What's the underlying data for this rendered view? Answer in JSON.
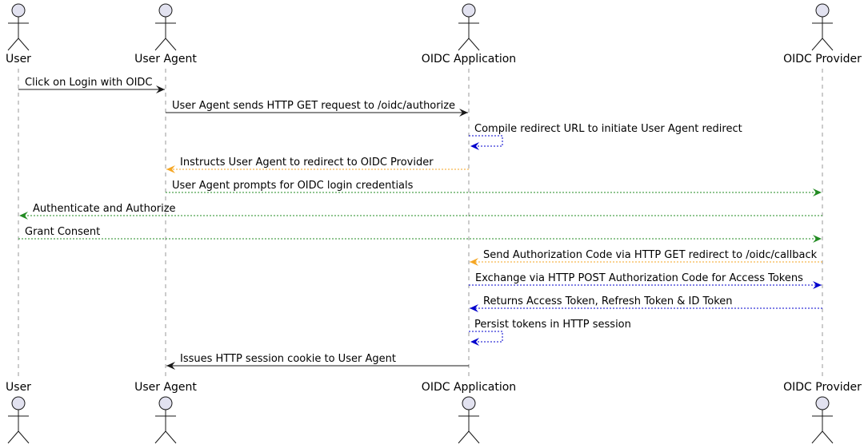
{
  "diagram": {
    "colors": {
      "solid": "#181818",
      "orange": "#F5A623",
      "green": "#228B22",
      "blue": "#0000CD",
      "actor_fill": "#E2E2F0",
      "actor_stroke": "#181818",
      "lifeline": "#999999"
    },
    "participants": [
      {
        "name": "User"
      },
      {
        "name": "User Agent"
      },
      {
        "name": "OIDC Application"
      },
      {
        "name": "OIDC Provider"
      }
    ],
    "messages": [
      {
        "from": 0,
        "to": 1,
        "label": "Click on Login with OIDC",
        "style": "solid"
      },
      {
        "from": 1,
        "to": 2,
        "label": "User Agent sends HTTP GET request to /oidc/authorize",
        "style": "solid"
      },
      {
        "from": 2,
        "to": 2,
        "label": "Compile redirect URL to initiate User Agent redirect",
        "style": "blue"
      },
      {
        "from": 2,
        "to": 1,
        "label": "Instructs User Agent to redirect to OIDC Provider",
        "style": "orange"
      },
      {
        "from": 1,
        "to": 3,
        "label": "User Agent prompts for OIDC login credentials",
        "style": "green"
      },
      {
        "from": 3,
        "to": 0,
        "label": "Authenticate and Authorize",
        "style": "green"
      },
      {
        "from": 0,
        "to": 3,
        "label": "Grant Consent",
        "style": "green"
      },
      {
        "from": 3,
        "to": 2,
        "label": "Send Authorization Code via HTTP GET redirect to /oidc/callback",
        "style": "orange"
      },
      {
        "from": 2,
        "to": 3,
        "label": "Exchange via HTTP POST Authorization Code for Access Tokens",
        "style": "blue"
      },
      {
        "from": 3,
        "to": 2,
        "label": "Returns Access Token, Refresh Token & ID Token",
        "style": "blue"
      },
      {
        "from": 2,
        "to": 2,
        "label": "Persist tokens in HTTP session",
        "style": "blue"
      },
      {
        "from": 2,
        "to": 1,
        "label": "Issues HTTP session cookie to User Agent",
        "style": "solid"
      }
    ]
  }
}
